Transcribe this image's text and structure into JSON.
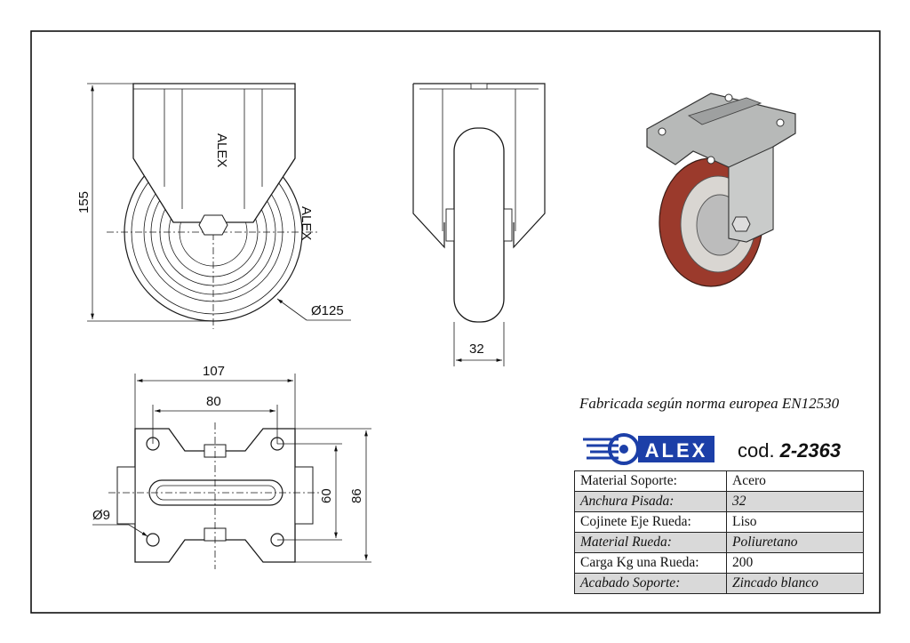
{
  "dimensions": {
    "height": "155",
    "diameter": "Ø125",
    "tread_width": "32",
    "plate_length": "107",
    "hole_spacing_long": "80",
    "hole_spacing_short": "60",
    "plate_width": "86",
    "hole_diameter": "Ø9"
  },
  "wheel_markings": {
    "brand_mark": "ALEX"
  },
  "note": "Fabricada según norma europea EN12530",
  "brand": {
    "logo_text": "ALEX",
    "code_label": "cod.",
    "code_value": "2-2363"
  },
  "specs": [
    {
      "label": "Material Soporte:",
      "value": "Acero"
    },
    {
      "label": "Anchura Pisada:",
      "value": "32"
    },
    {
      "label": "Cojinete Eje Rueda:",
      "value": "Liso"
    },
    {
      "label": "Material Rueda:",
      "value": "Poliuretano"
    },
    {
      "label": "Carga Kg una Rueda:",
      "value": "200"
    },
    {
      "label": "Acabado Soporte:",
      "value": "Zincado blanco"
    }
  ],
  "colors": {
    "wheel_tread": "#9b3a2c",
    "plate": "#b7b9b8",
    "logo_blue": "#1c3fa8"
  }
}
